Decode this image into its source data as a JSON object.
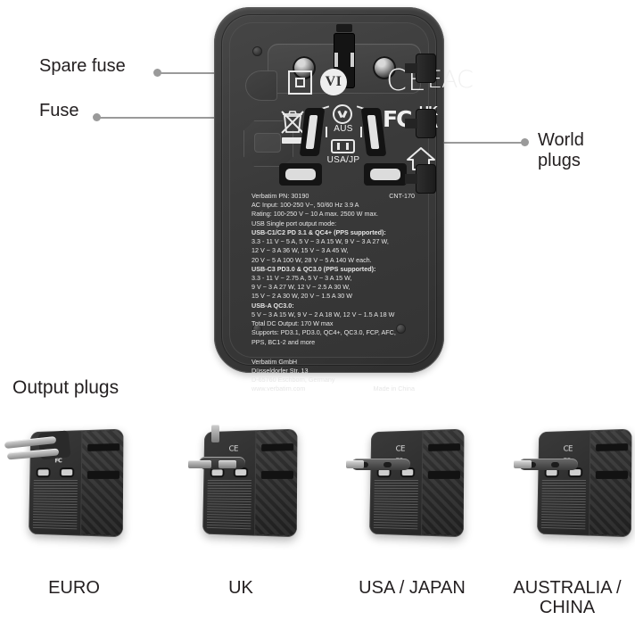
{
  "callouts": {
    "spare_fuse": "Spare fuse",
    "fuse": "Fuse",
    "world_plugs": "World\nplugs"
  },
  "section": {
    "output_plugs_title": "Output plugs"
  },
  "device": {
    "marks": {
      "class_ii": "double-insulation-square",
      "efficiency_level": "VI",
      "ce": "CE",
      "eac": "EAC",
      "fcc": "FC",
      "ukca_line1": "UK",
      "ukca_line2": "CA",
      "weee": "crossed-out-wheelie-bin",
      "indoor_use": "house-indoor-use",
      "selector_aus": "AUS",
      "selector_usa_jp": "USA/JP"
    },
    "label": {
      "part_number": "Verbatim PN: 30190",
      "model": "CNT-170",
      "ac_input": "AC Input: 100-250 V~, 50/60 Hz 3.9 A",
      "rating": "Rating: 100-250 V ~ 10 A max. 2500 W max.",
      "usb_mode_heading": "USB Single port output mode:",
      "usbc12_heading": "USB-C1/C2 PD 3.1 & QC4+ (PPS supported):",
      "usbc12_lines": [
        "3.3 - 11 V ~ 5 A, 5 V ~ 3 A 15 W, 9 V ~ 3 A 27 W,",
        "12 V ~ 3 A 36 W, 15 V ~ 3 A 45 W,",
        "20 V ~ 5 A 100 W, 28 V ~ 5 A 140 W each."
      ],
      "usbc3_heading": "USB-C3 PD3.0 & QC3.0 (PPS supported):",
      "usbc3_lines": [
        "3.3 - 11 V ~ 2.75 A, 5 V ~ 3 A 15 W,",
        "9 V ~ 3 A 27 W, 12 V ~ 2.5 A 30 W,",
        "15 V ~ 2 A 30 W, 20 V ~ 1.5 A 30 W"
      ],
      "usba_heading": "USB-A QC3.0:",
      "usba_lines": [
        "5 V ~ 3 A 15 W, 9 V ~ 2 A 18 W, 12 V ~ 1.5 A 18 W"
      ],
      "total_output": "Total DC Output: 170 W max",
      "supports_line1": "Supports: PD3.1, PD3.0, QC4+, QC3.0, FCP, AFC,",
      "supports_line2": "PPS, BC1-2 and more",
      "company": "Verbatim GmbH",
      "street": "Düsseldorfer Str. 13",
      "city": "D-65760 Eschborn, Germany",
      "website": "www.verbatim.com",
      "made_in": "Made in China"
    }
  },
  "variants": [
    {
      "id": "euro",
      "caption": "EURO"
    },
    {
      "id": "uk",
      "caption": "UK"
    },
    {
      "id": "usa",
      "caption": "USA / JAPAN"
    },
    {
      "id": "aus",
      "caption": "AUSTRALIA /\nCHINA"
    }
  ],
  "colors": {
    "background": "#ffffff",
    "text": "#231f20",
    "leader_line": "#9a9a9a",
    "device_body": "#3a3a3a",
    "label_text": "#e6e6e6"
  }
}
